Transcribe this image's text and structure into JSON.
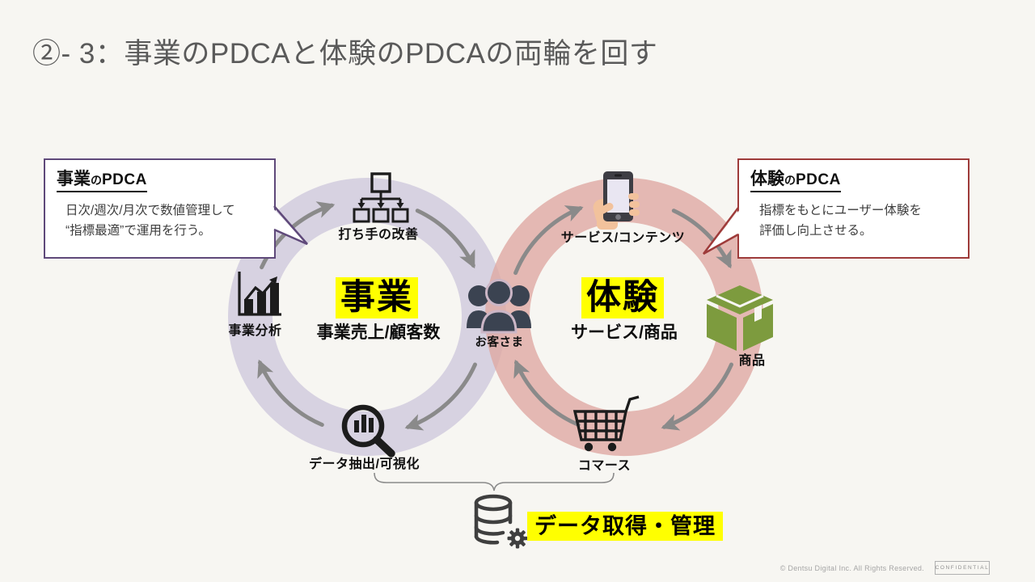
{
  "slide": {
    "title": "②- 3：事業のPDCAと体験のPDCAの両輪を回す"
  },
  "callouts": {
    "business": {
      "heading_emphasis": "事業",
      "heading_particle": "の",
      "heading_acronym": "PDCA",
      "body_line1": "日次/週次/月次で数値管理して",
      "body_line2": "“指標最適”で運用を行う。"
    },
    "experience": {
      "heading_emphasis": "体験",
      "heading_particle": "の",
      "heading_acronym": "PDCA",
      "body_line1": "指標をもとにユーザー体験を",
      "body_line2": "評価し向上させる。"
    }
  },
  "business_cycle": {
    "center_keyword": "事業",
    "center_metric": "事業売上/顧客数",
    "node_top": "打ち手の改善",
    "node_left": "事業分析",
    "node_bottom": "データ抽出/可視化"
  },
  "experience_cycle": {
    "center_keyword": "体験",
    "center_metric": "サービス/商品",
    "node_top": "サービス/コンテンツ",
    "node_right": "商品",
    "node_bottom": "コマース"
  },
  "shared": {
    "customer_label": "お客さま"
  },
  "data_layer": {
    "label": "データ取得・管理"
  },
  "footer": {
    "copyright": "© Dentsu Digital Inc. All Rights Reserved.",
    "confidential": "CONFIDENTIAL"
  },
  "colors": {
    "background": "#f7f6f2",
    "title_gray": "#5a5a5a",
    "business_ring": "#cfc9dd",
    "experience_ring": "#dfa9a3",
    "business_callout_border": "#5f497a",
    "experience_callout_border": "#9e3b3a",
    "arrow_gray": "#8a8a8a",
    "highlight_yellow": "#ffff00",
    "package_green": "#7d9b3e",
    "people_slate": "#3b4351",
    "icon_black": "#1c1c1c",
    "database_gray": "#3f3f3f"
  }
}
